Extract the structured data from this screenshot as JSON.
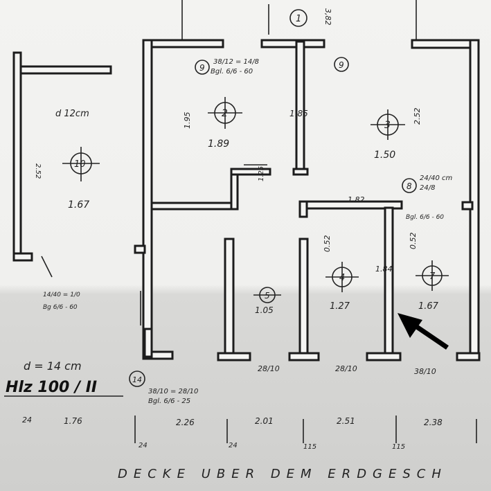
{
  "rooms": [
    {
      "num": "1",
      "label": "3,82"
    },
    {
      "num": "2",
      "label": "1.89"
    },
    {
      "num": "3",
      "label": "1.50"
    },
    {
      "num": "4",
      "label": "1.27"
    },
    {
      "num": "5",
      "label": "1.05"
    },
    {
      "num": "7",
      "label": "1.67"
    },
    {
      "num": "10",
      "label": "1.67"
    }
  ],
  "markers": [
    "9",
    "9",
    "8",
    "14"
  ],
  "notes": {
    "slab_left": "d 12cm",
    "beam_top": "38/12 = 14/8",
    "beam_top_sub": "Bgl. 6/6 - 60",
    "beam_right": "24/40 cm",
    "beam_right_2": "24/8",
    "beam_right_sub": "Bgl. 6/6 - 60",
    "beam_bottom": "38/10 = 28/10",
    "beam_bottom_sub": "Bgl. 6/6 - 25",
    "left_beam": "14/40 = 1/0",
    "left_beam_sub": "Bg 6/6 - 60"
  },
  "dims_inner": [
    "1.95",
    "1.85",
    "2.52",
    "1.82",
    "0.52",
    "0.52",
    "1.84",
    "1.25",
    "2.52"
  ],
  "bottom_dims": [
    "28/10",
    "28/10",
    "38/10"
  ],
  "bottom_axis": [
    "24",
    "1.76",
    "2.26",
    "2.01",
    "2.51",
    "2.38"
  ],
  "bottom_axis_sub": [
    "24",
    "24",
    "115",
    "115"
  ],
  "thickness": "d = 14 cm",
  "grade": "Hlz 100 / II",
  "title": "DECKE UBER DEM ERDGESCH"
}
